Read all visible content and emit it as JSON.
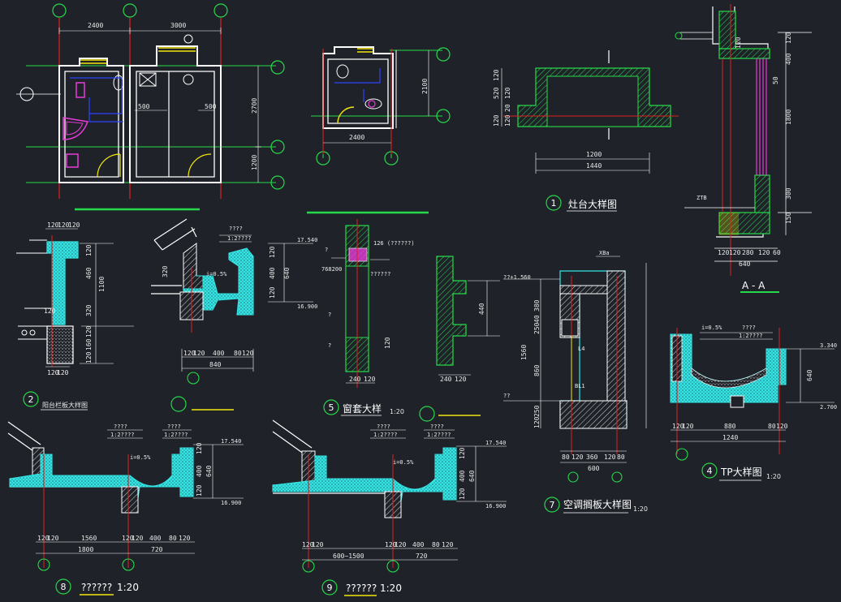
{
  "colors": {
    "background": "#1f2329",
    "wall": "#ffffff",
    "axis": "#27d94a",
    "cyan": "#33e5e5",
    "red": "#e02020",
    "yellow": "#f2e60d",
    "blue": "#2c44ff",
    "magenta": "#e83ad8"
  },
  "plan_a": {
    "dims_top": [
      "2400",
      "3000"
    ],
    "dims_inner": [
      "500",
      "500"
    ],
    "dims_right": [
      "2700",
      "1200"
    ]
  },
  "plan_b": {
    "dim_bottom": "2400",
    "dim_right": "2100"
  },
  "detail_1": {
    "number": "1",
    "title": "灶台大样图",
    "dims_bottom": [
      "1200",
      "1440"
    ],
    "dims_left": [
      "520",
      "120",
      "120",
      "120",
      "20",
      "120"
    ]
  },
  "section_aa": {
    "title": "A - A",
    "dims_right": [
      "120",
      "400",
      "50",
      "1800",
      "300",
      "150",
      "120"
    ],
    "dims_bottom": [
      "120",
      "120",
      "280",
      "120",
      "60"
    ],
    "dim_total": "640",
    "note_left": "ZTB"
  },
  "detail_2": {
    "number": "2",
    "title": "阳台栏板大样图",
    "dims_top": [
      "120",
      "120",
      "120"
    ],
    "dims_right": [
      "120",
      "460",
      "1100",
      "320",
      "120",
      "160",
      "120"
    ],
    "dim_left": "120",
    "dims_bottom": [
      "120",
      "120"
    ]
  },
  "detail_eave_a": {
    "notes": [
      "????",
      "1:2????",
      "i=0.5%"
    ],
    "dim_320": "320",
    "dims_bottom": [
      "120",
      "120",
      "400",
      "80",
      "120"
    ],
    "dim_total": "840"
  },
  "detail_5": {
    "number": "5",
    "title": "窗套大样",
    "scale": "1:20",
    "levels": [
      "17.540",
      "16.900"
    ],
    "dims_left": [
      "120",
      "400",
      "120",
      "640"
    ],
    "notes": [
      "126 (??????)",
      "768200",
      "??????",
      "?",
      "?",
      "?"
    ],
    "dims_bottom": [
      "240",
      "120"
    ],
    "dim_right": "120"
  },
  "detail_5b": {
    "dim_right": "440",
    "dims_bottom": [
      "240",
      "120"
    ]
  },
  "detail_7": {
    "number": "7",
    "title": "空调搁板大样图",
    "scale": "1:20",
    "label_top": "XBa",
    "label_l4": "L4",
    "label_bl": "BL1",
    "levels": [
      "??+1.560",
      "??"
    ],
    "dims_left": [
      "380",
      "40",
      "250",
      "1560",
      "860",
      "250",
      "120"
    ],
    "dims_bottom": [
      "80",
      "120",
      "360",
      "120",
      "80"
    ],
    "dim_total": "600"
  },
  "detail_4": {
    "number": "4",
    "title": "TP大样图",
    "scale": "1:20",
    "notes": [
      "i=0.5%",
      "????",
      "1:2????"
    ],
    "levels": [
      "3.340",
      "2.700"
    ],
    "dim_right": "640",
    "dims_bottom": [
      "120",
      "120",
      "880",
      "80",
      "120"
    ],
    "dim_total": "1240"
  },
  "detail_8": {
    "number": "8",
    "title": "??????",
    "scale": "1:20",
    "notes": [
      "????",
      "1:2????",
      "????",
      "1:2????",
      "i=0.5%"
    ],
    "levels": [
      "17.540",
      "16.900"
    ],
    "dims_right": [
      "120",
      "400",
      "120",
      "640"
    ],
    "dims_bottom": [
      "120",
      "120",
      "1560",
      "120",
      "120",
      "400",
      "80",
      "120"
    ],
    "dims_total": [
      "1800",
      "720"
    ]
  },
  "detail_9": {
    "number": "9",
    "title": "??????",
    "scale": "1:20",
    "notes": [
      "????",
      "1:2????",
      "????",
      "1:2????",
      "i=0.5%"
    ],
    "levels": [
      "17.540",
      "16.900"
    ],
    "dims_right": [
      "120",
      "400",
      "120",
      "640"
    ],
    "dims_bottom": [
      "120",
      "120",
      "120",
      "120",
      "400",
      "80",
      "120"
    ],
    "dims_total": [
      "600~1500",
      "720"
    ]
  }
}
